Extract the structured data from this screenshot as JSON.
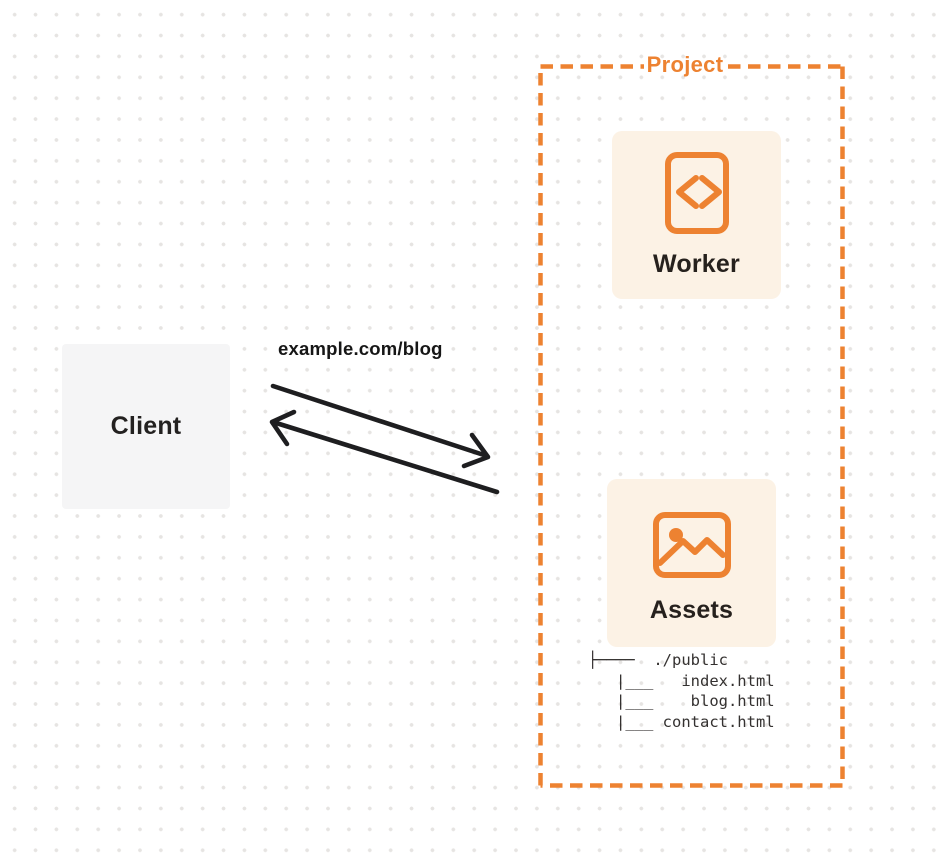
{
  "diagram": {
    "client": {
      "label": "Client"
    },
    "request": {
      "url": "example.com/blog"
    },
    "project": {
      "label": "Project",
      "nodes": [
        {
          "id": "worker",
          "label": "Worker",
          "icon": "code-file-icon"
        },
        {
          "id": "assets",
          "label": "Assets",
          "icon": "image-icon"
        }
      ],
      "assets_file_tree": {
        "root": "./public",
        "files": [
          "index.html",
          "blog.html",
          "contact.html"
        ],
        "ascii": "├────  ./public\n   |___   index.html\n   |___    blog.html\n   |___ contact.html"
      }
    },
    "colors": {
      "accent_orange": "#ed8231",
      "card_background": "#fcf2e5",
      "client_background": "#f5f5f6",
      "arrow_ink": "#1e1e20",
      "grid_dot": "#e6e4e2"
    }
  }
}
